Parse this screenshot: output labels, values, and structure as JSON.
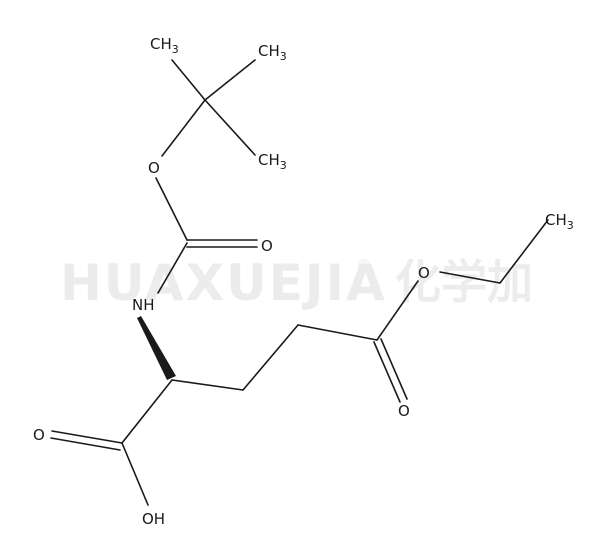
{
  "watermark": {
    "latin": "HUAXUEJIA",
    "registered": "®",
    "chinese": "化学加"
  },
  "atoms": {
    "ch3_1": {
      "main": "CH",
      "sub": "3"
    },
    "ch3_2": {
      "main": "CH",
      "sub": "3"
    },
    "ch3_3": {
      "main": "CH",
      "sub": "3"
    },
    "ch3_ethyl": {
      "main": "CH",
      "sub": "3"
    },
    "o_ether_boc": "O",
    "o_carbonyl_boc": "O",
    "nh": "NH",
    "o_ether_ester": "O",
    "o_carbonyl_ester": "O",
    "o_carbonyl_acid": "O",
    "oh": "OH"
  }
}
